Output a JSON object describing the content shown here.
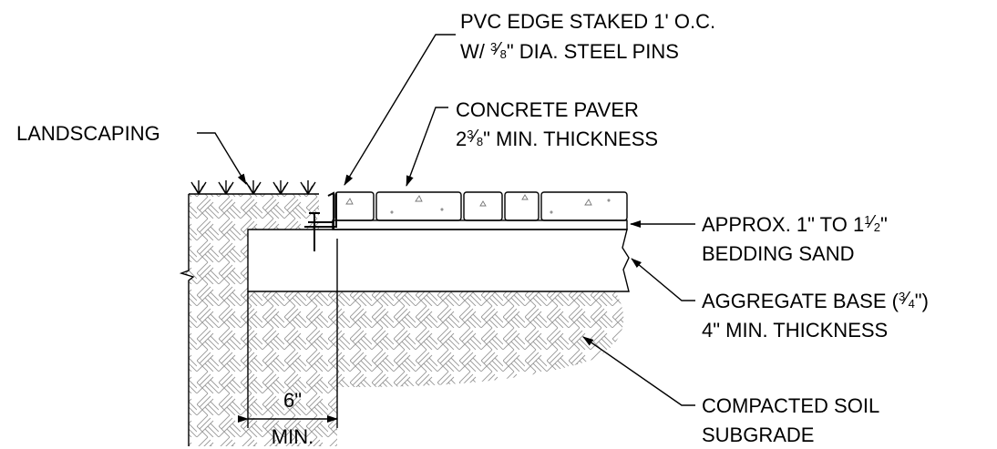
{
  "labels": {
    "pvc_edge_line1": "PVC EDGE STAKED 1' O.C.",
    "pvc_edge_line2_prefix": "W/ ",
    "pvc_edge_line2_num": "3",
    "pvc_edge_line2_den": "8",
    "pvc_edge_line2_suffix": "\" DIA. STEEL PINS",
    "paver_line1": "CONCRETE PAVER",
    "paver_line2_prefix": "2",
    "paver_line2_num": "3",
    "paver_line2_den": "8",
    "paver_line2_suffix": "\" MIN. THICKNESS",
    "landscaping": "LANDSCAPING",
    "sand_line1_prefix": "APPROX. 1\" TO 1",
    "sand_line1_num": "1",
    "sand_line1_den": "2",
    "sand_line1_suffix": "\"",
    "sand_line2": "BEDDING SAND",
    "base_line1_prefix": "AGGREGATE BASE (",
    "base_line1_num": "3",
    "base_line1_den": "4",
    "base_line1_suffix": "\")",
    "base_line2": "4\" MIN. THICKNESS",
    "soil_line1": "COMPACTED SOIL",
    "soil_line2": "SUBGRADE",
    "dim_value": "6\"",
    "dim_note": "MIN."
  },
  "colors": {
    "ink": "#000000",
    "hatch": "#8a8a8a",
    "paper": "#ffffff"
  }
}
